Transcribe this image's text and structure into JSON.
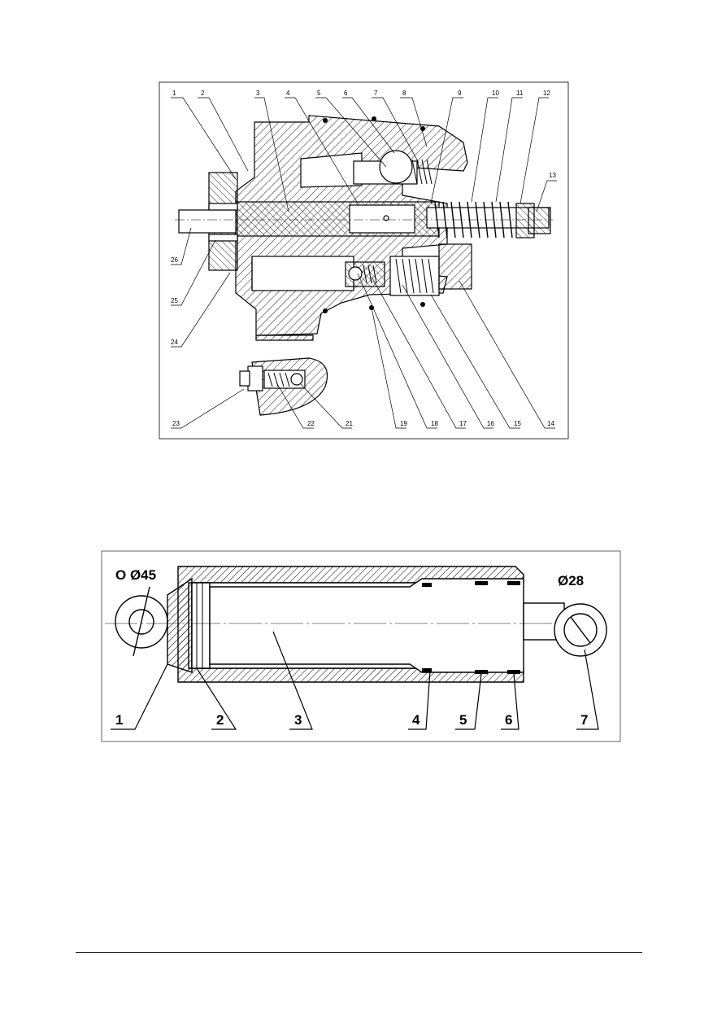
{
  "figure_top": {
    "labels": [
      "1",
      "2",
      "3",
      "4",
      "5",
      "6",
      "7",
      "8",
      "9",
      "10",
      "11",
      "12",
      "13",
      "14",
      "15",
      "16",
      "17",
      "18",
      "19",
      "21",
      "22",
      "23",
      "24",
      "25",
      "26"
    ]
  },
  "figure_bottom": {
    "labels": [
      "1",
      "2",
      "3",
      "4",
      "5",
      "6",
      "7"
    ],
    "dimension_left": "O Ø45",
    "dimension_right": "Ø28"
  },
  "colors": {
    "line": "#000000",
    "background": "#ffffff"
  }
}
